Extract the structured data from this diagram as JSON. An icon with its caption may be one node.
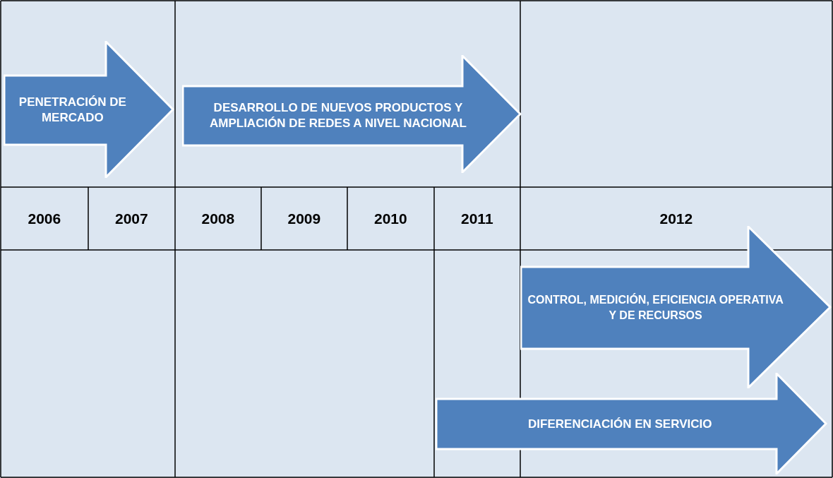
{
  "diagram": {
    "nodes": [
      {
        "text": [
          "PENETRACIÓN DE MERCADO"
        ]
      },
      {
        "text": [
          "DESARROLLO DE NUEVOS PRODUCTOS Y AMPLIACIÓN DE REDES A NIVEL NACIONAL"
        ]
      },
      {
        "text": [
          "CONTROL, MEDICIÓN, EFICIENCIA OPERATIVA Y DE RECURSOS"
        ]
      },
      {
        "text": [
          "DIFERENCIACIÓN EN SERVICIO"
        ]
      }
    ],
    "edges": [],
    "labels": [
      "2006",
      "2007",
      "2008",
      "2009",
      "2010",
      "2011",
      "2012"
    ]
  }
}
